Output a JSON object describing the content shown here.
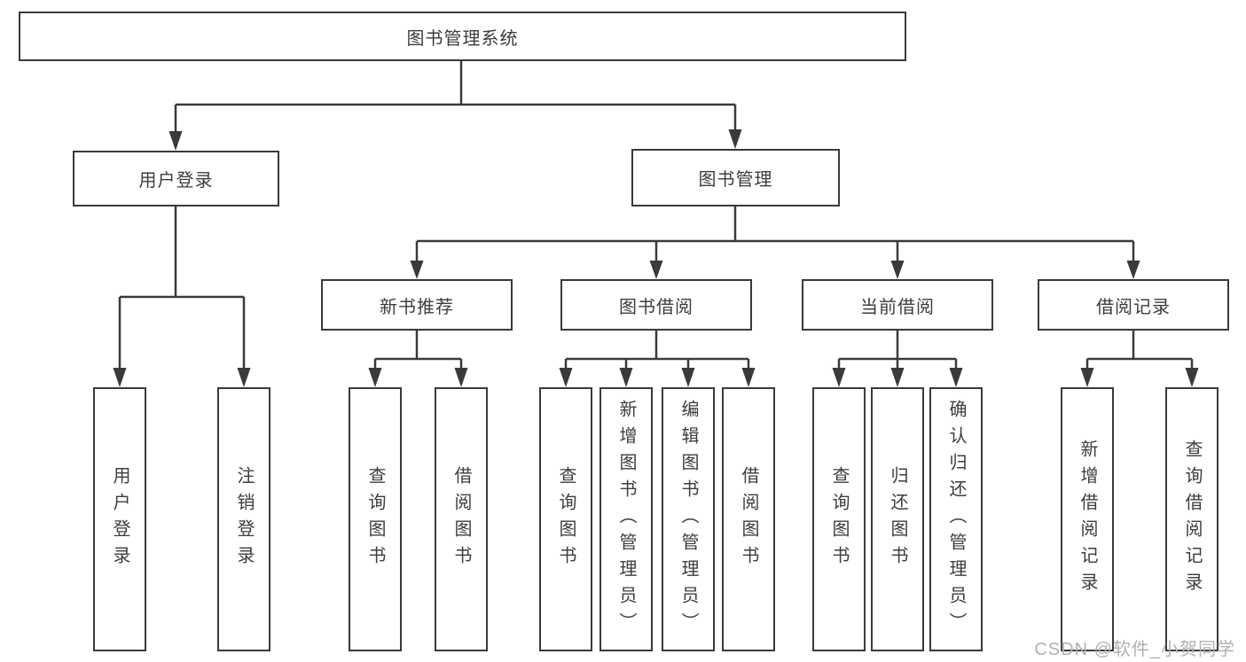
{
  "diagram": {
    "root": {
      "label": "图书管理系统"
    },
    "level2": [
      {
        "label": "用户登录"
      },
      {
        "label": "图书管理"
      }
    ],
    "level3": [
      {
        "label": "新书推荐"
      },
      {
        "label": "图书借阅"
      },
      {
        "label": "当前借阅"
      },
      {
        "label": "借阅记录"
      }
    ],
    "leaves": {
      "user_login": [
        "用户登录",
        "注销登录"
      ],
      "new_book": [
        "查询图书",
        "借阅图书"
      ],
      "book_borrow": [
        "查询图书",
        "新增图书（管理员）",
        "编辑图书（管理员）",
        "借阅图书"
      ],
      "current_borrow": [
        "查询图书",
        "归还图书",
        "确认归还（管理员）"
      ],
      "borrow_records": [
        "新增借阅记录",
        "查询借阅记录"
      ]
    }
  },
  "colors": {
    "line": "#3a3a3a",
    "text": "#3d3d3d",
    "box_background": "#ffffff",
    "watermark": "#b2b0b0"
  },
  "watermark": {
    "text": "CSDN @软件_小贺同学"
  }
}
